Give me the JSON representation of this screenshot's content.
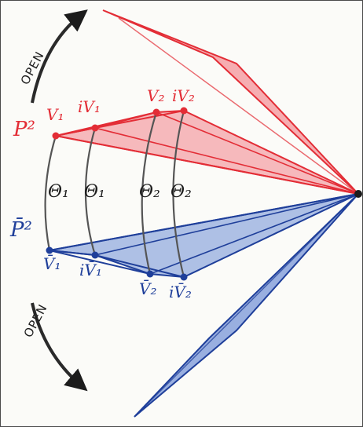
{
  "colors": {
    "red": "#e32d36",
    "red_fill": "#f2838a",
    "blue": "#1f3f9a",
    "blue_fill": "#6f8fd6",
    "gray": "#555555",
    "ink": "#1c1c1c",
    "paper": "#fbfbf8"
  },
  "labels": {
    "open_top": "OPEN",
    "open_bottom": "OPEN",
    "p2_red": "P²",
    "p2_blue": "P̄²",
    "v1": "V₁",
    "iv1": "iV₁",
    "v2": "V₂",
    "iv2": "iV₂",
    "v1_bar": "V̄₁",
    "iv1_bar": "iV̄₁",
    "v2_bar": "V̄₂",
    "iv2_bar": "iV̄₂",
    "theta1_a": "Θ₁",
    "theta1_b": "Θ₁",
    "theta2_a": "Θ₂",
    "theta2_b": "Θ₂"
  },
  "icons": {
    "arrow_top": "curved-arrow-up-icon",
    "arrow_bottom": "curved-arrow-down-icon"
  }
}
